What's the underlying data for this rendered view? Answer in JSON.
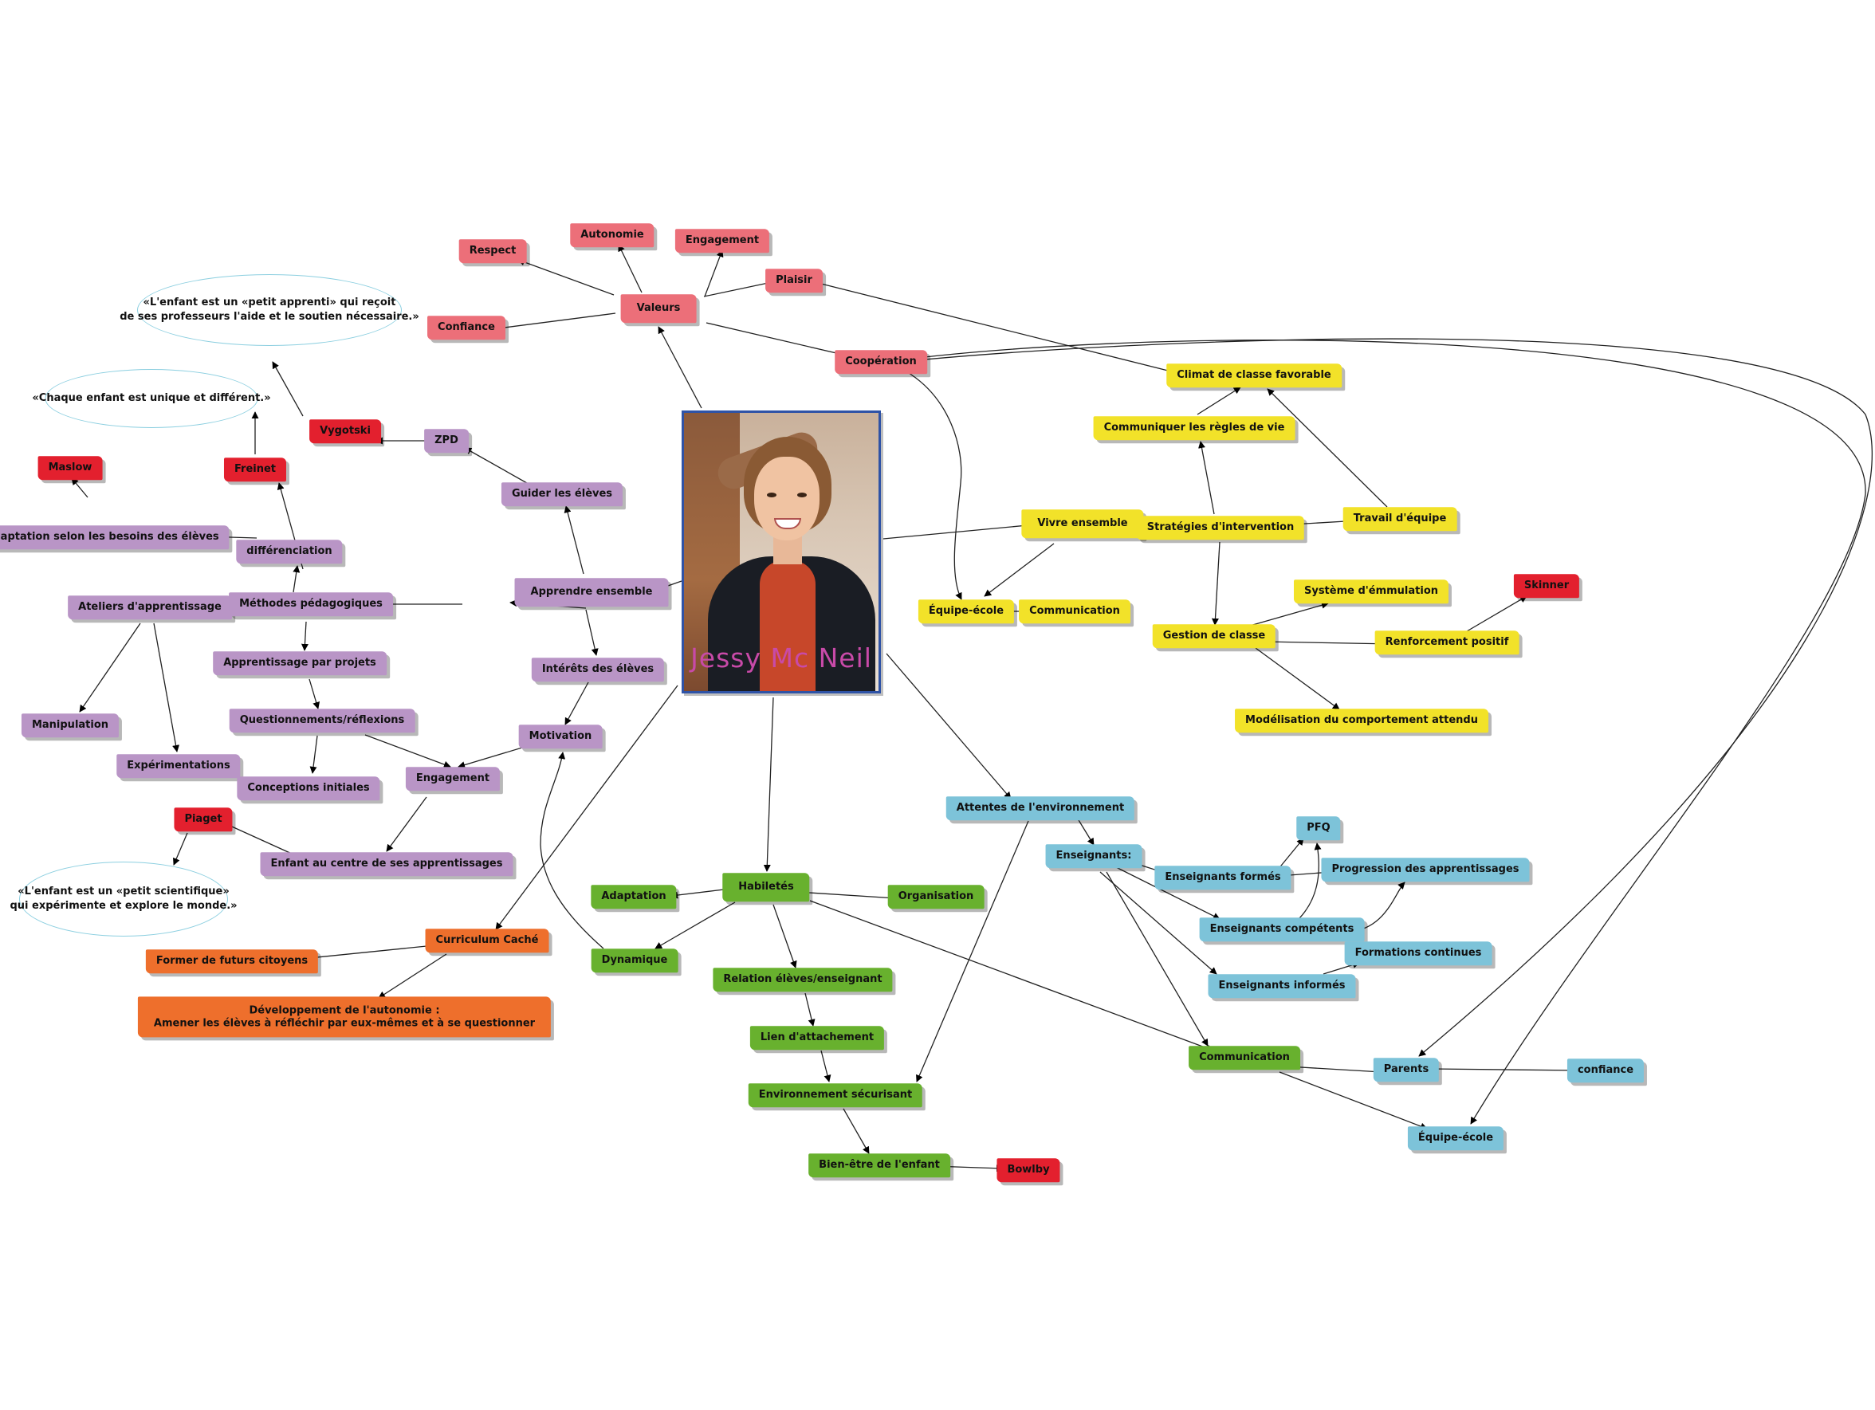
{
  "title": "Jessy Mc Neil",
  "photo_icon": "portrait-photo",
  "colors": {
    "pink": "#ec6f79",
    "red": "#e3202e",
    "purple": "#b995c6",
    "yellow": "#f2e229",
    "blue": "#7dc3d9",
    "green": "#68b12e",
    "orange": "#ee6f2c",
    "photo_border": "#2f53a6",
    "caption": "#c84aa8",
    "bubble_border": "#8ccfe0"
  },
  "nodes": {
    "valeurs": "Valeurs",
    "respect": "Respect",
    "autonomie": "Autonomie",
    "engagement_val": "Engagement",
    "plaisir": "Plaisir",
    "confiance_val": "Confiance",
    "cooperation": "Coopération",
    "climat": "Climat de classe favorable",
    "communiquer_regles": "Communiquer les règles de vie",
    "vivre_ensemble": "Vivre ensemble",
    "strategies": "Stratégies d'intervention",
    "travail_equipe": "Travail d'équipe",
    "equipe_ecole_y": "Équipe-école",
    "communication_y": "Communication",
    "systeme_emulation": "Système d'émmulation",
    "skinner": "Skinner",
    "gestion_classe": "Gestion de classe",
    "renforcement": "Renforcement positif",
    "modelisation": "Modélisation du comportement attendu",
    "vygotski": "Vygotski",
    "zpd": "ZPD",
    "guider": "Guider les élèves",
    "freinet": "Freinet",
    "maslow": "Maslow",
    "adaptation_besoins": "Adaptation selon les besoins des élèves",
    "differenciation": "différenciation",
    "ateliers": "Ateliers d'apprentissage",
    "methodes": "Méthodes pédagogiques",
    "apprendre_ensemble": "Apprendre ensemble",
    "apprentissage_projets": "Apprentissage par projets",
    "interets": "Intérêts des élèves",
    "questionnements": "Questionnements/réflexions",
    "motivation": "Motivation",
    "manipulation": "Manipulation",
    "experimentations": "Expérimentations",
    "conceptions": "Conceptions initiales",
    "engagement_p": "Engagement",
    "piaget": "Piaget",
    "enfant_centre": "Enfant au centre de ses apprentissages",
    "curriculum": "Curriculum Caché",
    "futurs_citoyens": "Former de futurs citoyens",
    "developpement": "Développement de l'autonomie :\nAmener les élèves à réfléchir par eux-mêmes et à se questionner",
    "habiletes": "Habiletés",
    "adaptation_g": "Adaptation",
    "organisation": "Organisation",
    "dynamique": "Dynamique",
    "relation": "Relation élèves/enseignant",
    "lien": "Lien d'attachement",
    "environnement": "Environnement sécurisant",
    "bien_etre": "Bien-être de l'enfant",
    "bowlby": "Bowlby",
    "attentes": "Attentes de l'environnement",
    "enseignants": "Enseignants:",
    "pfq": "PFQ",
    "enseignants_formes": "Enseignants formés",
    "progression": "Progression des apprentissages",
    "enseignants_competents": "Enseignants compétents",
    "formations": "Formations continues",
    "enseignants_informes": "Enseignants informés",
    "communication_g": "Communication",
    "parents": "Parents",
    "confiance_b": "confiance",
    "equipe_ecole_b": "Équipe-école"
  },
  "quotes": {
    "vygotski_quote": "«L'enfant est un «petit apprenti» qui reçoit\nde ses professeurs l'aide et le soutien nécessaire.»",
    "freinet_quote": "«Chaque enfant est unique et différent.»",
    "piaget_quote": "«L'enfant est un «petit scientifique»\nqui expérimente et explore le monde.»"
  }
}
